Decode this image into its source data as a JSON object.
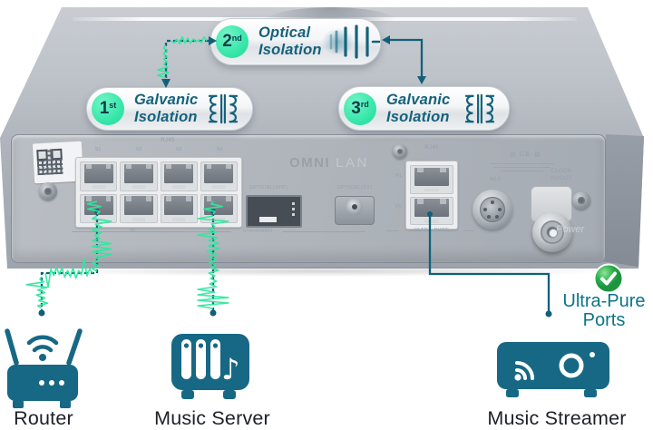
{
  "badges": [
    {
      "num": "1",
      "suffix": "st",
      "line1": "Galvanic",
      "line2": "Isolation",
      "icon": "transformer-icon"
    },
    {
      "num": "2",
      "suffix": "nd",
      "line1": "Optical",
      "line2": "Isolation",
      "icon": "optical-capacitor-icon"
    },
    {
      "num": "3",
      "suffix": "rd",
      "line1": "Galvanic",
      "line2": "Isolation",
      "icon": "transformer-icon"
    }
  ],
  "device": {
    "brand": "OMNI",
    "brand_suffix": "LAN",
    "dc_label": "DC",
    "dc_rating": "9V/1.5A 12V/0.8A",
    "standard_rj45_title": "RJ45",
    "standard_port_ids_top": [
      "S1",
      "S2",
      "S3",
      "S4"
    ],
    "standard_port_ids_bottom": [
      "S6",
      "S7"
    ],
    "standard_group_label": "STANDARD",
    "optical_sfp_label": "OPTICAL(SFP)",
    "optical_st_label": "OPTICAL(ST)",
    "ultrapure_rj45_title": "RJ45",
    "ultrapure_port_ids": [
      "P1",
      "P2"
    ],
    "ultrapure_group_label": "ULTRA-PURE",
    "m12_label": "M12",
    "ce_mark": "CE",
    "clock_label_line1": "CLOCK",
    "clock_label_line2": "IN/OUT",
    "power_ghost": "Power"
  },
  "callout": {
    "line1": "Ultra-Pure",
    "line2": "Ports"
  },
  "endpoints": [
    {
      "label": "Router"
    },
    {
      "label": "Music Server"
    },
    {
      "label": "Music Streamer"
    }
  ],
  "colors": {
    "teal_ink": "#14627c",
    "line_teal": "#11607a",
    "mint": "#35e6a9",
    "noise_green": "#2ee89e",
    "check_green": "#2eb14e",
    "label_ink": "#1d2026",
    "callout_teal": "#0c7488",
    "chassis_gray": "#aeb3bb"
  }
}
